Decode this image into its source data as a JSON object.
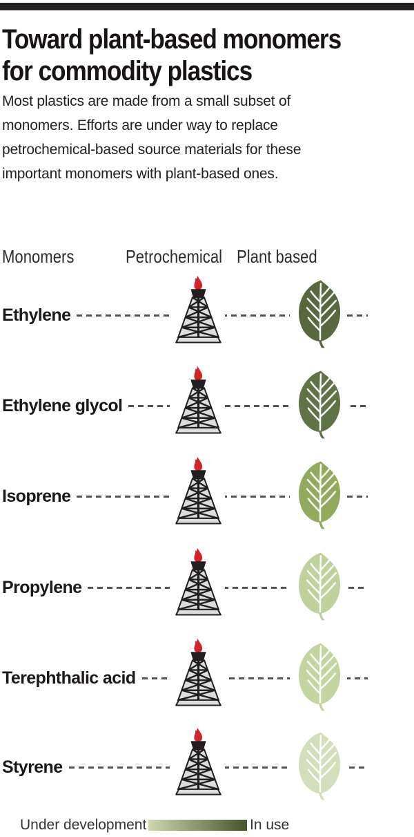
{
  "page": {
    "top_bar_color": "#231f20",
    "background": "#ffffff"
  },
  "header": {
    "title_lines": [
      "Toward plant-based monomers",
      "for commodity plastics"
    ],
    "intro_lines": [
      "Most plastics are made from a small subset of",
      "monomers. Efforts are under way to replace",
      "petrochemical-based source materials for these",
      "important monomers with plant-based ones."
    ]
  },
  "table": {
    "columns": [
      "Monomers",
      "Petrochemical",
      "Plant based"
    ],
    "rows": [
      {
        "monomer": "Ethylene",
        "petro_icon": "oil-derrick-flame",
        "plant_icon": "leaf",
        "leaf_color": "#57693c",
        "status": "in use"
      },
      {
        "monomer": "Ethylene glycol",
        "petro_icon": "oil-derrick-flame",
        "plant_icon": "leaf",
        "leaf_color": "#5f7344",
        "status": "in use"
      },
      {
        "monomer": "Isoprene",
        "petro_icon": "oil-derrick-flame",
        "plant_icon": "leaf",
        "leaf_color": "#92aa5d",
        "status": "intermediate"
      },
      {
        "monomer": "Propylene",
        "petro_icon": "oil-derrick-flame",
        "plant_icon": "leaf",
        "leaf_color": "#c0d29b",
        "status": "under development"
      },
      {
        "monomer": "Terephthalic acid",
        "petro_icon": "oil-derrick-flame",
        "plant_icon": "leaf",
        "leaf_color": "#c3d59f",
        "status": "under development"
      },
      {
        "monomer": "Styrene",
        "petro_icon": "oil-derrick-flame",
        "plant_icon": "leaf",
        "leaf_color": "#d3dfba",
        "status": "under development"
      }
    ]
  },
  "legend": {
    "left_label": "Under development",
    "right_label": "In use",
    "gradient_start": "#cdd9ad",
    "gradient_end": "#46542a"
  },
  "icons": {
    "flame_color": "#d2232a",
    "derrick_fill": "#dcdddd",
    "derrick_outline": "#231f20",
    "vein_color": "#ffffff",
    "dash_color": "#525356"
  }
}
